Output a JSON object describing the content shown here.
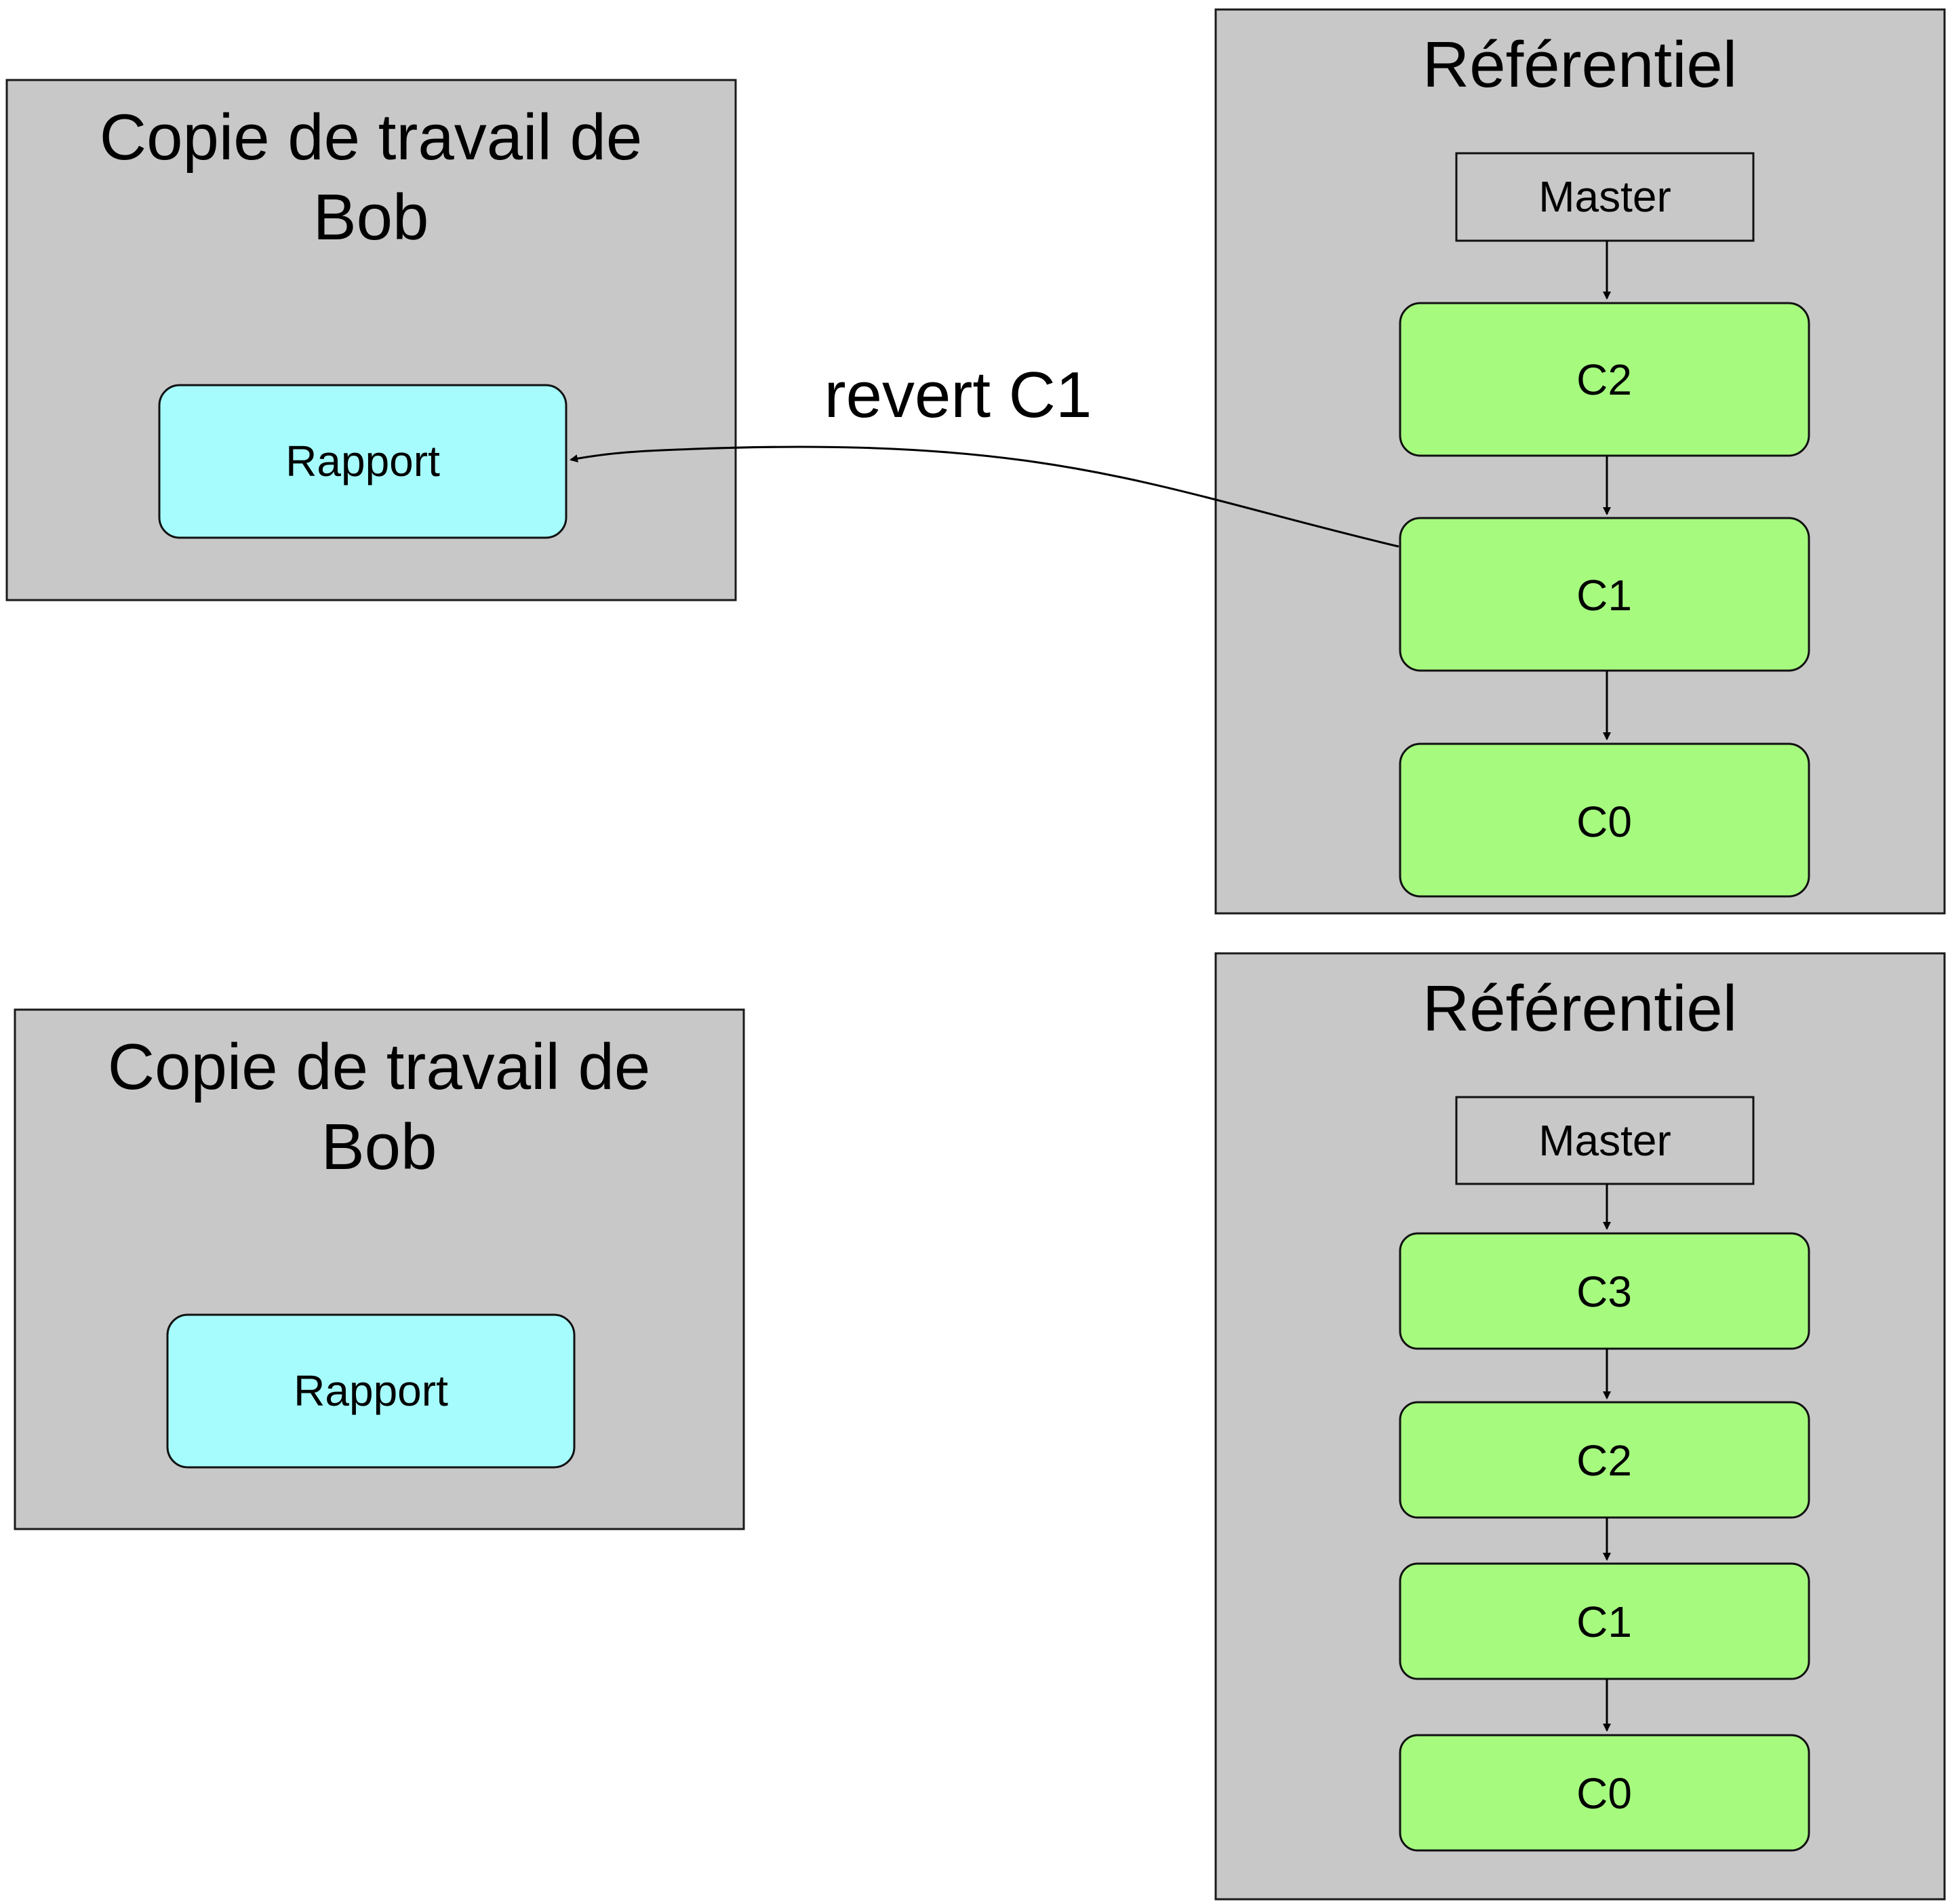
{
  "top": {
    "working_copy": {
      "title_line1": "Copie de travail de",
      "title_line2": "Bob",
      "file": "Rapport"
    },
    "repository": {
      "title": "Référentiel",
      "branch": "Master",
      "commits": [
        "C2",
        "C1",
        "C0"
      ]
    },
    "action_label": "revert C1"
  },
  "bottom": {
    "working_copy": {
      "title_line1": "Copie de travail de",
      "title_line2": "Bob",
      "file": "Rapport"
    },
    "repository": {
      "title": "Référentiel",
      "branch": "Master",
      "commits": [
        "C3",
        "C2",
        "C1",
        "C0"
      ]
    }
  },
  "colors": {
    "commit": "#a6fb7f",
    "file": "#a6fcfc",
    "panel": "#c8c8c8"
  }
}
